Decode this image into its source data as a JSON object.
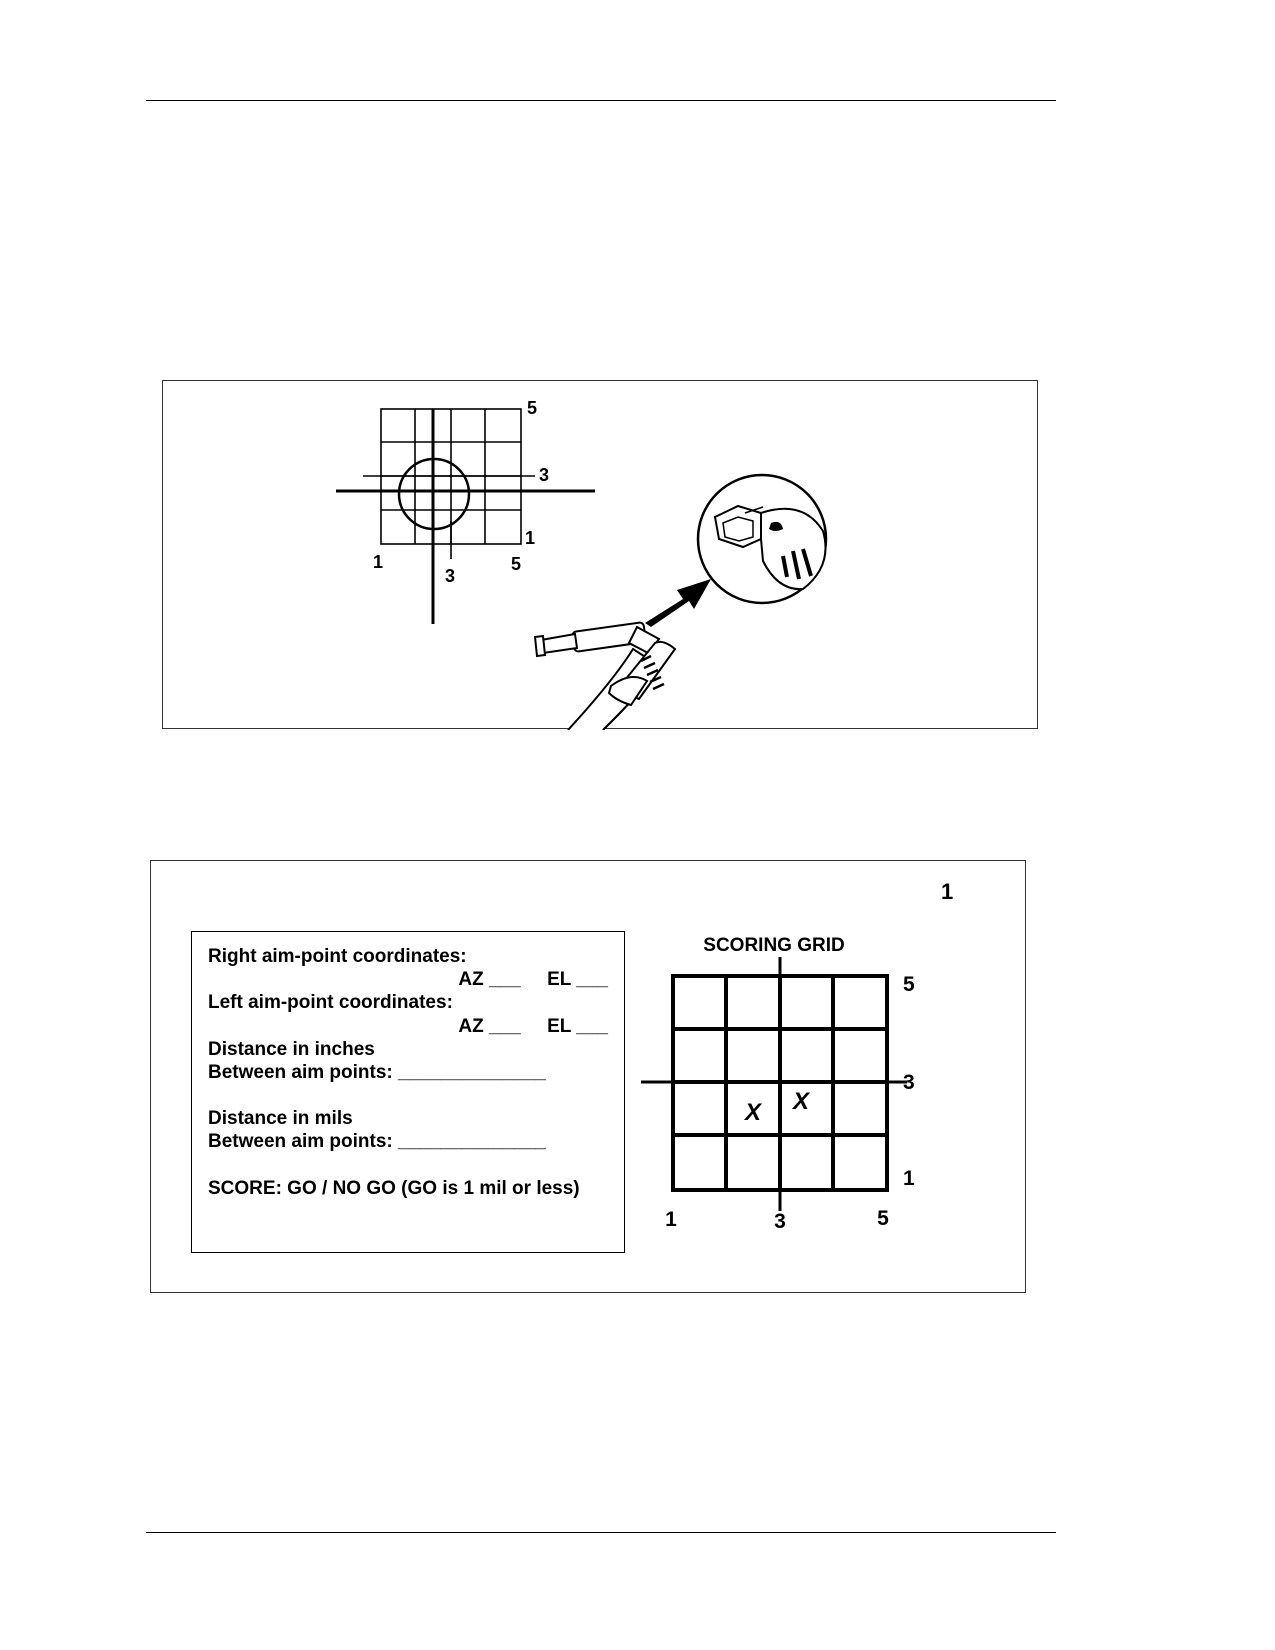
{
  "figure1": {
    "grid_labels": {
      "top_right": "5",
      "right_mid": "3",
      "right_bottom": "1",
      "bottom_left": "1",
      "bottom_mid": "3",
      "bottom_right": "5"
    }
  },
  "figure2": {
    "corner_label": "1",
    "form": {
      "line1": "Right aim-point coordinates:",
      "line2": "AZ ___     EL ___",
      "line3": "Left aim-point coordinates:",
      "line4": "AZ ___     EL ___",
      "line5": "Distance in inches",
      "line6": "Between aim points: ______________",
      "line7": "Distance in mils",
      "line8": "Between aim points: ______________",
      "line9": "SCORE: GO / NO GO (GO is 1 mil or less)"
    },
    "grid": {
      "title": "SCORING GRID",
      "labels": {
        "right_top": "5",
        "right_mid": "3",
        "right_bottom": "1",
        "bottom_left": "1",
        "bottom_mid": "3",
        "bottom_right": "5"
      },
      "marks": [
        "X",
        "X"
      ]
    }
  }
}
